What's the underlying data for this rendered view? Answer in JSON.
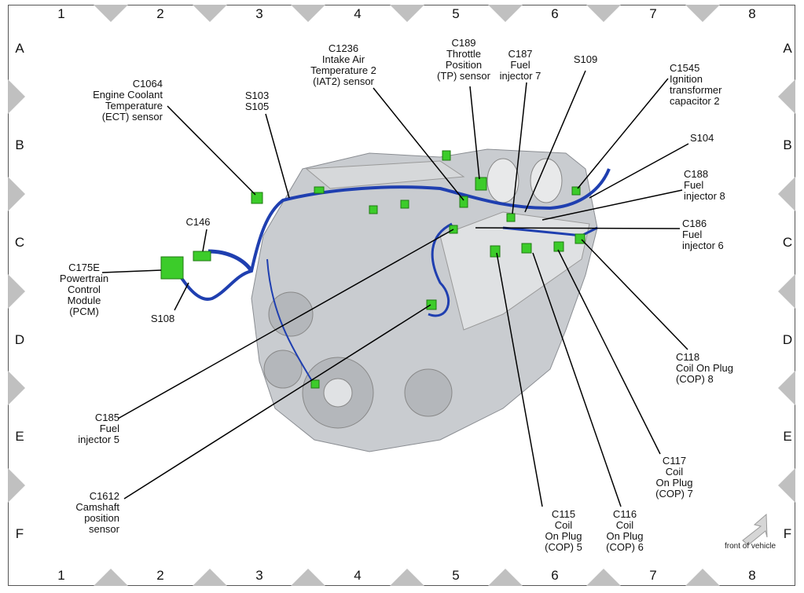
{
  "grid": {
    "columns": [
      "1",
      "2",
      "3",
      "4",
      "5",
      "6",
      "7",
      "8"
    ],
    "rows": [
      "A",
      "B",
      "C",
      "D",
      "E",
      "F"
    ]
  },
  "callouts": [
    {
      "id": "c1064",
      "text": "C1064\nEngine Coolant\nTemperature\n(ECT) sensor"
    },
    {
      "id": "s103",
      "text": "S103\nS105"
    },
    {
      "id": "c146",
      "text": "C146"
    },
    {
      "id": "c175e",
      "text": "C175E\nPowertrain\nControl\nModule\n(PCM)"
    },
    {
      "id": "s108",
      "text": "S108"
    },
    {
      "id": "c185",
      "text": "C185\nFuel\ninjector 5"
    },
    {
      "id": "c1612",
      "text": "C1612\nCamshaft\nposition\nsensor"
    },
    {
      "id": "c1236",
      "text": "C1236\nIntake Air\nTemperature 2\n(IAT2) sensor"
    },
    {
      "id": "c189",
      "text": "C189\nThrottle\nPosition\n(TP) sensor"
    },
    {
      "id": "c187",
      "text": "C187\nFuel\ninjector 7"
    },
    {
      "id": "s109",
      "text": "S109"
    },
    {
      "id": "c1545",
      "text": "C1545\nIgnition\ntransformer\ncapacitor 2"
    },
    {
      "id": "s104",
      "text": "S104"
    },
    {
      "id": "c188",
      "text": "C188\nFuel\ninjector 8"
    },
    {
      "id": "c186",
      "text": "C186\nFuel\ninjector 6"
    },
    {
      "id": "c118",
      "text": "C118\nCoil On Plug\n(COP) 8"
    },
    {
      "id": "c117",
      "text": "C117\nCoil\nOn Plug\n(COP) 7"
    },
    {
      "id": "c116",
      "text": "C116\nCoil\nOn Plug\n(COP) 6"
    },
    {
      "id": "c115",
      "text": "C115\nCoil\nOn Plug\n(COP) 5"
    }
  ],
  "front_label": "front of vehicle",
  "colors": {
    "harness": "#1f3fb0",
    "connector": "#3ccc2a",
    "engine": "#c9ccd0",
    "marker": "#c0c0c0"
  }
}
